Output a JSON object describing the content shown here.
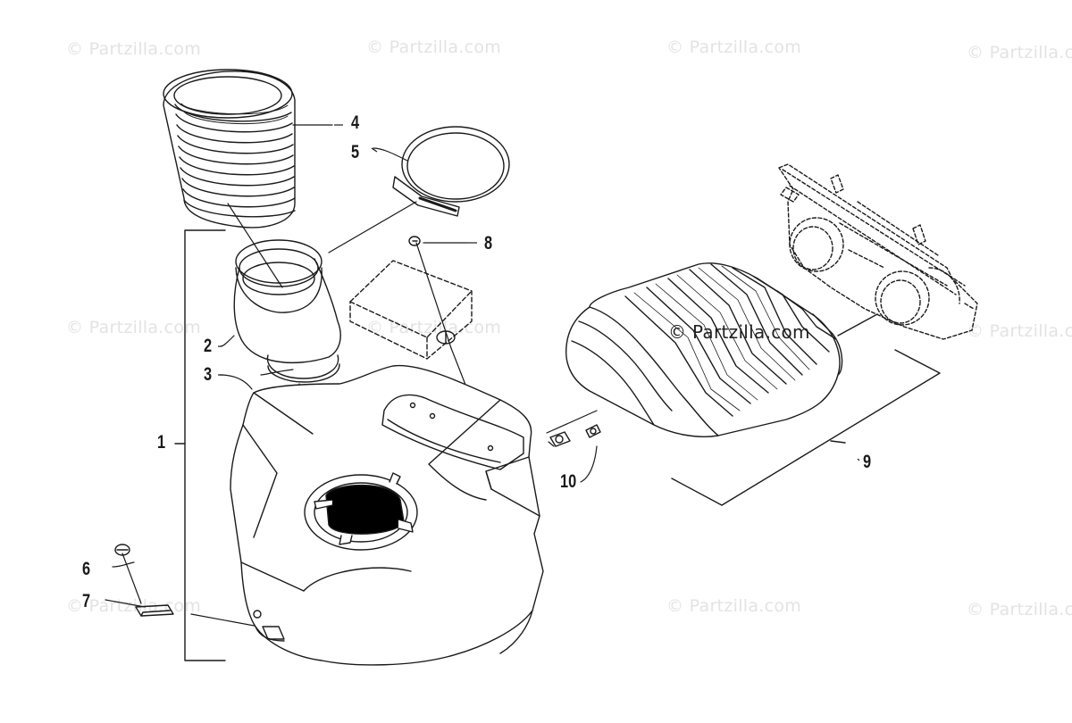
{
  "watermark": {
    "text": "© Partzilla.com",
    "center_text": "© Partzilla.com"
  },
  "callouts": [
    "1",
    "2",
    "3",
    "4",
    "5",
    "6",
    "7",
    "8",
    "9",
    "10"
  ],
  "colors": {
    "line": "#1a1a1a",
    "watermark": "#e3e3e3",
    "fill_dark": "#000000",
    "background": "#ffffff"
  }
}
